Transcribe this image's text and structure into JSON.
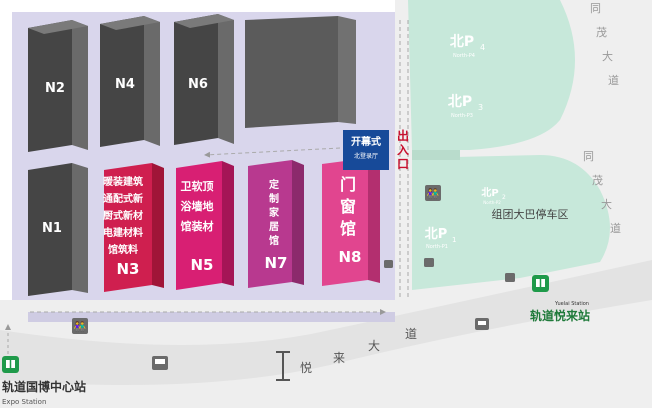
{
  "halls": {
    "n1": {
      "code": "N1"
    },
    "n2": {
      "code": "N2"
    },
    "n4": {
      "code": "N4"
    },
    "n6": {
      "code": "N6"
    },
    "n3": {
      "code": "N3",
      "line1": "暖装建筑",
      "line2": "通配式新",
      "line3": "厨式新材",
      "line4": "电建材料",
      "line5": "馆筑料"
    },
    "n5": {
      "code": "N5",
      "line1": "卫软顶",
      "line2": "浴墙地",
      "line3": "馆装材"
    },
    "n7": {
      "code": "N7",
      "line1": "定",
      "line2": "制",
      "line3": "家",
      "line4": "居",
      "line5": "馆"
    },
    "n8": {
      "code": "N8",
      "line1": "门",
      "line2": "窗",
      "line3": "馆"
    }
  },
  "opening_hall": {
    "title": "开幕式",
    "subtitle": "北登录厅"
  },
  "entrance": {
    "c1": "出",
    "c2": "入",
    "c3": "口"
  },
  "parking": {
    "p4": {
      "label": "北P",
      "sub": "4",
      "en": "North-P4"
    },
    "p3": {
      "label": "北P",
      "sub": "3",
      "en": "North-P3"
    },
    "p2": {
      "label": "北P",
      "sub": "2",
      "en": "North-P2"
    },
    "p1": {
      "label": "北P",
      "sub": "1",
      "en": "North-P1"
    },
    "bus_area": "组团大巴停车区"
  },
  "roads": {
    "tongmao1": "同",
    "tongmao2": "茂",
    "tongmao3": "大",
    "tongmao4": "道",
    "tongmao5": "同",
    "tongmao6": "茂",
    "tongmao7": "大",
    "tongmao8": "道",
    "yuelai1": "悦",
    "yuelai2": "来",
    "yuelai3": "大",
    "yuelai4": "道"
  },
  "stations": {
    "yuelai_cn": "轨道悦来站",
    "yuelai_en": "Yuelai Station",
    "expo_cn": "轨道国博中心站",
    "expo_en": "Expo Station"
  },
  "colors": {
    "site": "#d9d6ec",
    "parking": "#c7e8da",
    "gray_hall": "#5b5b5b",
    "n3": "#cf1f4f",
    "n5": "#d81f73",
    "n7": "#b8398f",
    "n8": "#e1458f",
    "opening": "#174a99",
    "entrance_red": "#c8102e",
    "metro_green": "#1f9a4a"
  },
  "icons": [
    "toilet-icon",
    "bus-icon",
    "metro-icon",
    "barrier-icon",
    "arrow-icon"
  ]
}
